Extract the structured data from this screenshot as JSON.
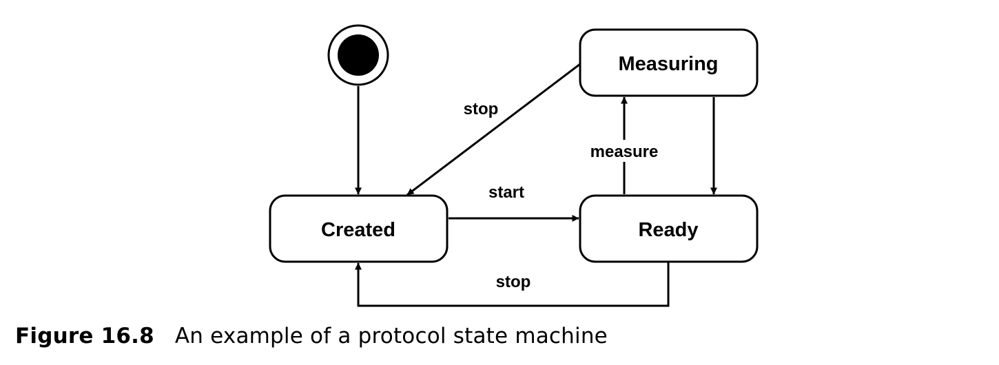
{
  "diagram": {
    "states": {
      "measuring": "Measuring",
      "created": "Created",
      "ready": "Ready"
    },
    "transitions": {
      "start": "start",
      "measure": "measure",
      "stop_from_measuring": "stop",
      "stop_from_ready": "stop"
    }
  },
  "caption": {
    "number": "Figure 16.8",
    "text": "An example of a protocol state machine"
  }
}
